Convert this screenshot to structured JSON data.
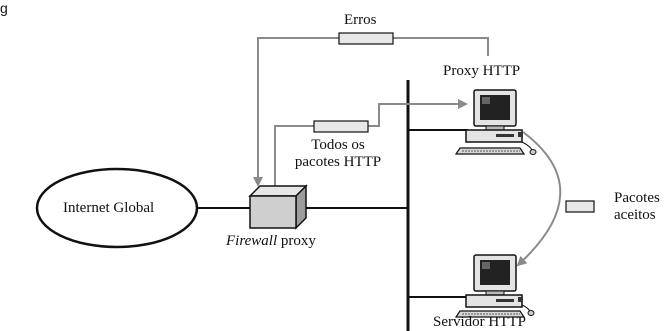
{
  "corner_text": "g",
  "labels": {
    "erros": "Erros",
    "proxy_http": "Proxy HTTP",
    "todos_line1": "Todos os",
    "todos_line2": "pacotes HTTP",
    "internet_global": "Internet Global",
    "firewall_italic": "Firewall",
    "firewall_rest": " proxy",
    "pacotes_line1": "Pacotes",
    "pacotes_line2": "aceitos",
    "servidor_http": "Servidor HTTP"
  },
  "colors": {
    "line": "#111111",
    "arrow_gray": "#8a8a8a",
    "firewall_fill": "#cfcfcf",
    "packet_fill": "#e8e8e8",
    "computer_fill": "#e4e4e4",
    "screen_fill": "#222222"
  }
}
